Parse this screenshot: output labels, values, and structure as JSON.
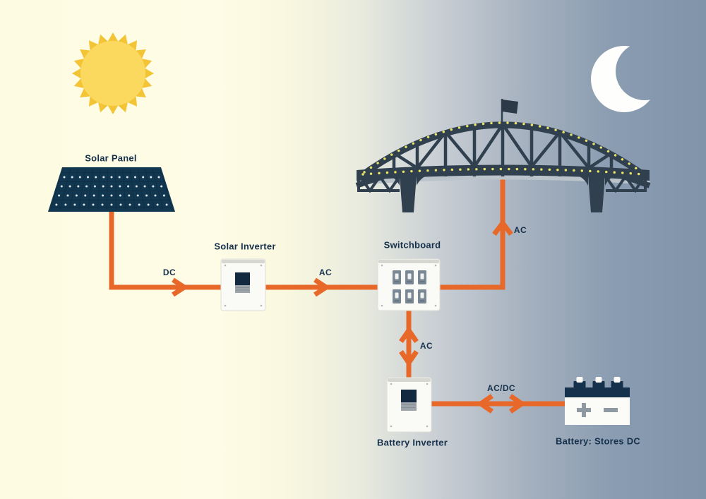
{
  "diagram": {
    "components": {
      "solar_panel": "Solar Panel",
      "solar_inverter": "Solar Inverter",
      "switchboard": "Switchboard",
      "battery_inverter": "Battery Inverter",
      "battery": "Battery: Stores DC"
    },
    "flow_labels": {
      "panel_to_solar_inverter": "DC",
      "solar_inverter_to_switchboard": "AC",
      "switchboard_to_bridge": "AC",
      "switchboard_to_battery_inverter": "AC",
      "battery_inverter_to_battery": "AC/DC"
    },
    "icons": {
      "sun": "sun-icon",
      "moon": "moon-icon",
      "bridge": "bridge-icon",
      "solar_panel": "solar-panel-icon",
      "solar_inverter": "solar-inverter-icon",
      "switchboard": "switchboard-icon",
      "battery_inverter": "battery-inverter-icon",
      "battery": "battery-icon"
    },
    "colors": {
      "wire_orange": "#E8682A",
      "label_navy": "#16314B",
      "bridge_slate": "#31404E",
      "panel_navy": "#123750",
      "day_background": "#FDFBE3",
      "night_background": "#8094AA",
      "sun_core": "#FBD95E",
      "sun_rays": "#F2C436",
      "bridge_lights": "#EAE464",
      "moon_white": "#FEFEFC"
    }
  }
}
